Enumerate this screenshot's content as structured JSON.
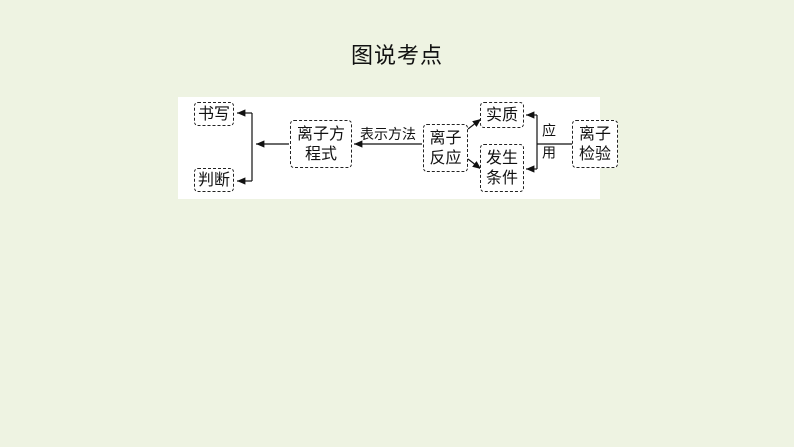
{
  "title": "图说考点",
  "nodes": {
    "write": "书写",
    "judge": "判断",
    "equation": "离子方程式",
    "reaction": "离子反应",
    "essence": "实质",
    "conditions": "发生条件",
    "test": "离子检验"
  },
  "edges": {
    "representation": "表示方法",
    "application": "应用"
  }
}
